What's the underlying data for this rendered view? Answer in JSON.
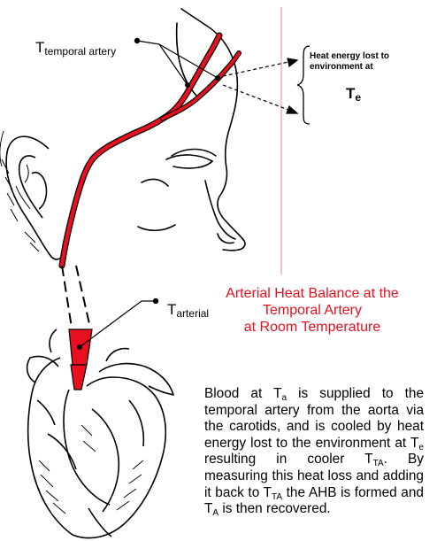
{
  "labels": {
    "temporal_T": "T",
    "temporal_sub": "temporal artery",
    "arterial_T": "T",
    "arterial_sub": "arterial",
    "heat_loss": "Heat energy lost to environment at",
    "te_T": "T",
    "te_sub": "e"
  },
  "title": {
    "line1": "Arterial Heat Balance at the",
    "line2": "Temporal Artery",
    "line3": "at Room Temperature"
  },
  "description": {
    "p1": "Blood at T",
    "s1": "a",
    "p2": " is supplied to the temporal artery from the aorta via the carotids, and is cooled by heat energy lost to the environment at T",
    "s2": "e",
    "p3": " resulting in cooler T",
    "s3": "TA",
    "p4": ". By measuring this heat loss and adding it back to T",
    "s4": "TA",
    "p5": " the AHB is formed and  T",
    "s5": "A",
    "p6": " is then recovered."
  },
  "colors": {
    "artery": "#e8101e",
    "ink": "#000000",
    "divider": "#e8a0a8"
  }
}
